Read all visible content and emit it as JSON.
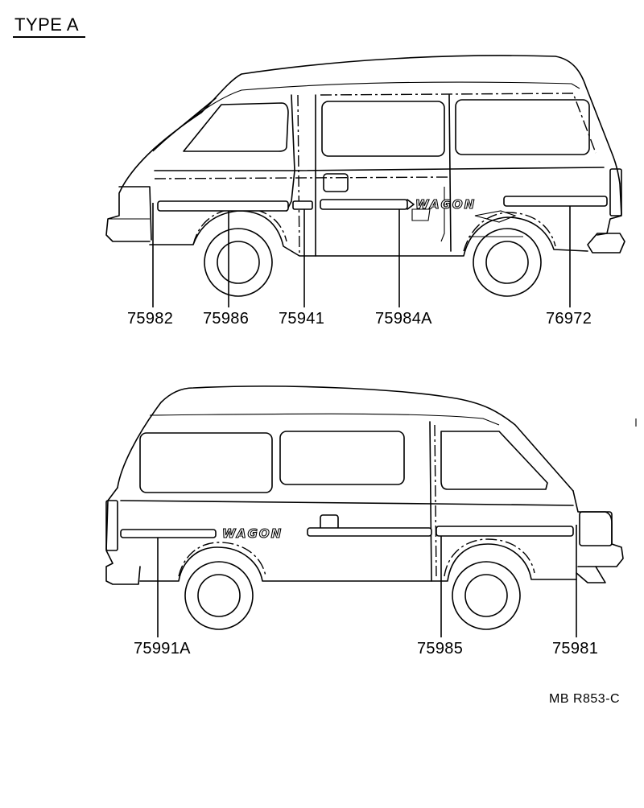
{
  "title": "TYPE A",
  "reference": "MB  R853-C",
  "badge_text": "WAGON",
  "top_view": {
    "part_numbers": [
      "75982",
      "75986",
      "75941",
      "75984A",
      "76972"
    ]
  },
  "bottom_view": {
    "part_numbers": [
      "75991A",
      "75985",
      "75981"
    ]
  }
}
